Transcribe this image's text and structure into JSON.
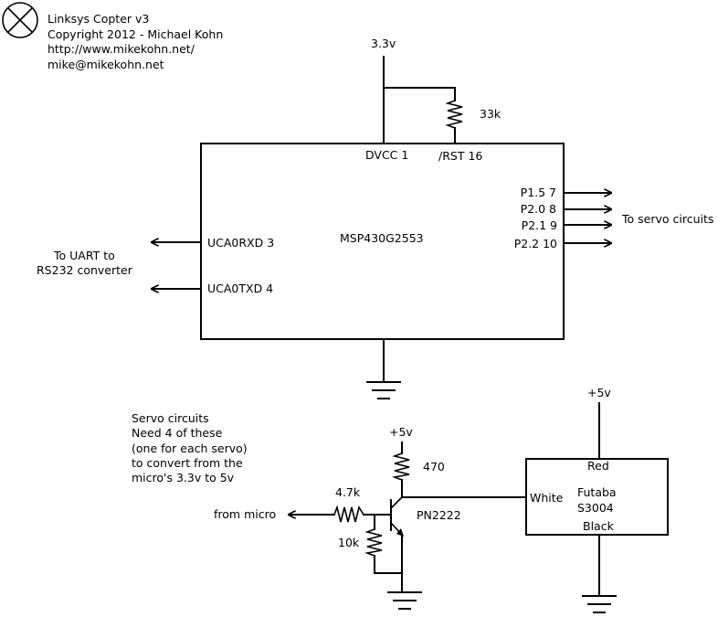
{
  "header": {
    "title": "Linksys Copter v3",
    "copyright": "Copyright 2012 - Michael Kohn",
    "url": "http://www.mikekohn.net/",
    "email": "mike@mikekohn.net"
  },
  "mcu": {
    "name": "MSP430G2553",
    "pin_dvcc": "DVCC 1",
    "pin_rst": "/RST 16",
    "pin_rxd": "UCA0RXD 3",
    "pin_txd": "UCA0TXD 4",
    "pin_p15": "P1.5 7",
    "pin_p20": "P2.0 8",
    "pin_p21": "P2.1 9",
    "pin_p22": "P2.2 10"
  },
  "supply": {
    "v33": "3.3v",
    "r_pullup": "33k"
  },
  "uart": {
    "line1": "To UART to",
    "line2": "RS232 converter"
  },
  "servo_out": {
    "label": "To servo circuits"
  },
  "servo_circuit": {
    "note": [
      "Servo circuits",
      "Need 4 of these",
      "(one for each servo)",
      "to convert from the",
      "micro's 3.3v to 5v"
    ],
    "v5_transistor": "+5v",
    "r_collector": "470",
    "transistor": "PN2222",
    "r_base": "4.7k",
    "r_pulldown": "10k",
    "input": "from micro"
  },
  "servo": {
    "v5": "+5v",
    "red": "Red",
    "white": "White",
    "model_line1": "Futaba",
    "model_line2": "S3004",
    "black": "Black"
  }
}
